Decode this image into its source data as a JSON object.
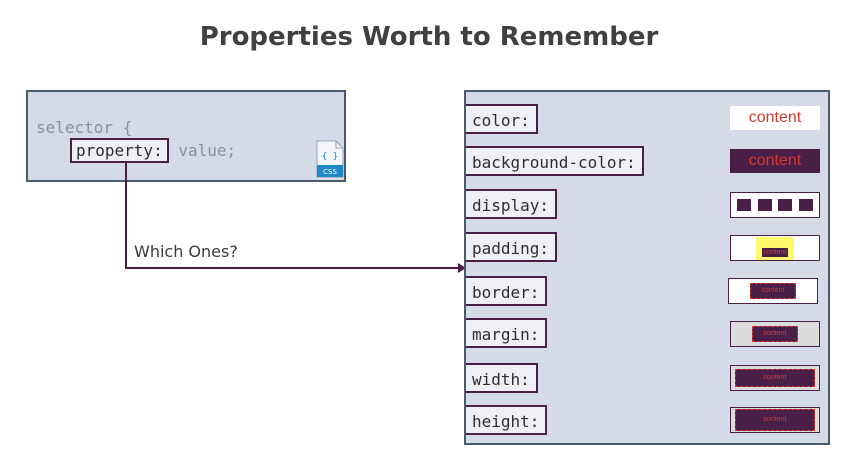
{
  "title": "Properties Worth to Remember",
  "code": {
    "selector_line": "selector {",
    "property": "property:",
    "value": " value;",
    "icon_label": "CSS",
    "icon_braces": "{ }"
  },
  "connector_label": "Which Ones?",
  "properties": [
    {
      "label": "color:",
      "example": "content"
    },
    {
      "label": "background-color:",
      "example": "content"
    },
    {
      "label": "display:",
      "example": ""
    },
    {
      "label": "padding:",
      "example": "content"
    },
    {
      "label": "border:",
      "example": "content"
    },
    {
      "label": "margin:",
      "example": "content"
    },
    {
      "label": "width:",
      "example": "content"
    },
    {
      "label": "height:",
      "example": "content"
    }
  ],
  "colors": {
    "purple": "#4a1f47",
    "accent_red": "#d43a2f",
    "panel_bg": "#d5dbe6",
    "yellow": "#fff86a"
  }
}
